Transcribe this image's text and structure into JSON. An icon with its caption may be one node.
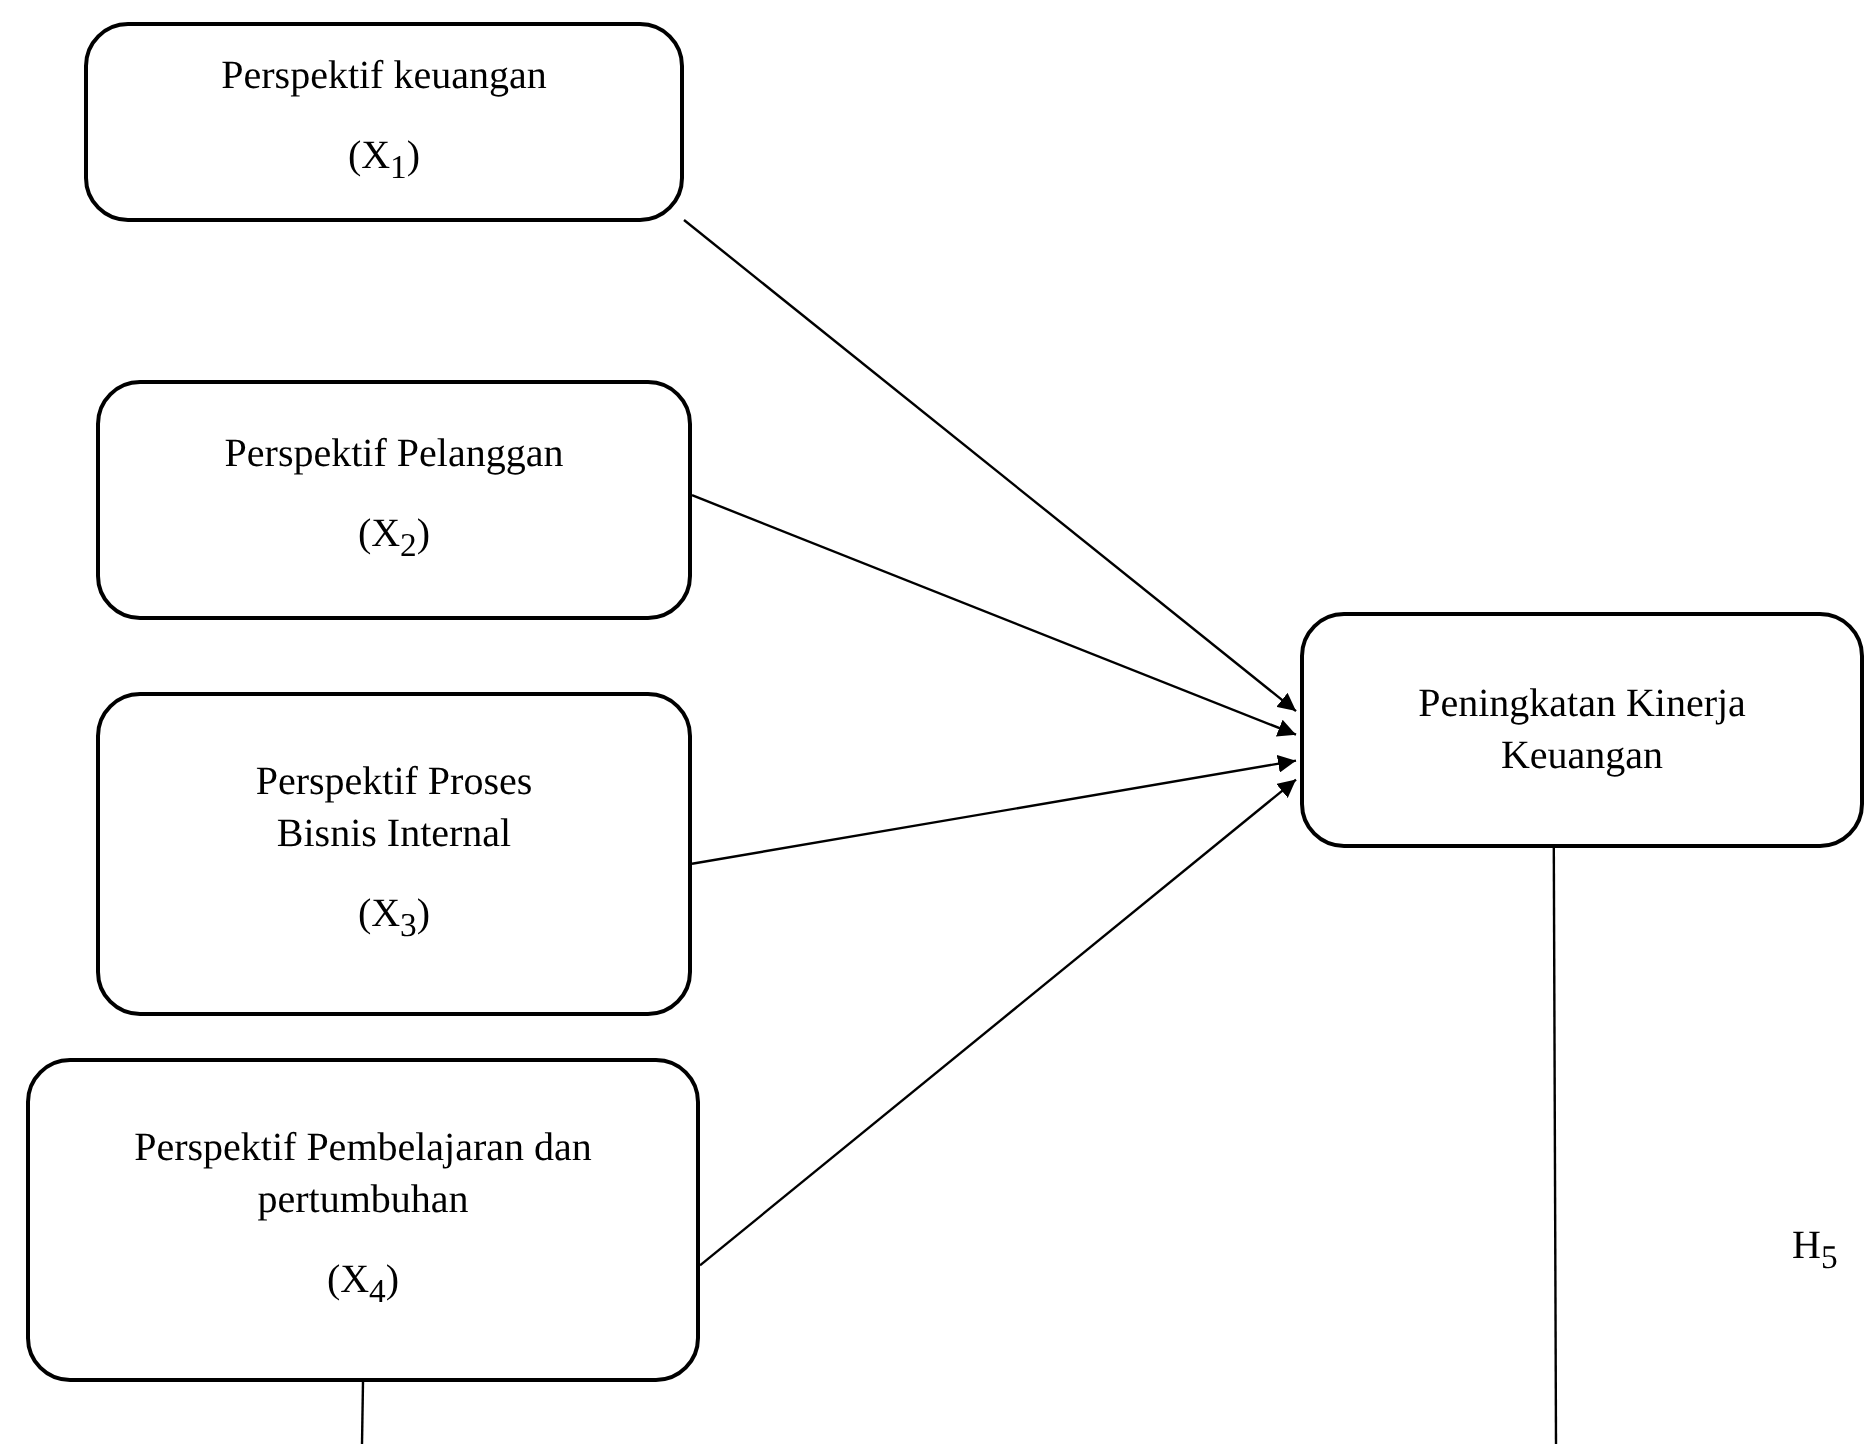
{
  "diagram": {
    "nodes": [
      {
        "text": [
          "Perspektif keuangan",
          "(X$_{1}$)"
        ]
      },
      {
        "text": [
          "Perspektif Pelanggan",
          "(X$_{2}$)"
        ]
      },
      {
        "text": [
          "Perspektif Proses Bisnis Internal",
          "(X$_{3}$)"
        ]
      },
      {
        "text": [
          "Perspektif Pembelajaran dan pertumbuhan",
          "(X$_{4}$)"
        ]
      },
      {
        "text": [
          "Peningkatan Kinerja Keuangan"
        ]
      }
    ],
    "edges": [
      {
        "from": 0,
        "to": 4,
        "arrow": "to"
      },
      {
        "from": 1,
        "to": 4,
        "arrow": "to"
      },
      {
        "from": 2,
        "to": 4,
        "arrow": "to"
      },
      {
        "from": 3,
        "to": 4,
        "arrow": "to"
      },
      {
        "from": 4,
        "to": null,
        "arrow": "none"
      },
      {
        "from": 3,
        "to": null,
        "arrow": "none"
      }
    ],
    "labels": [
      "H$_{5}$"
    ]
  }
}
